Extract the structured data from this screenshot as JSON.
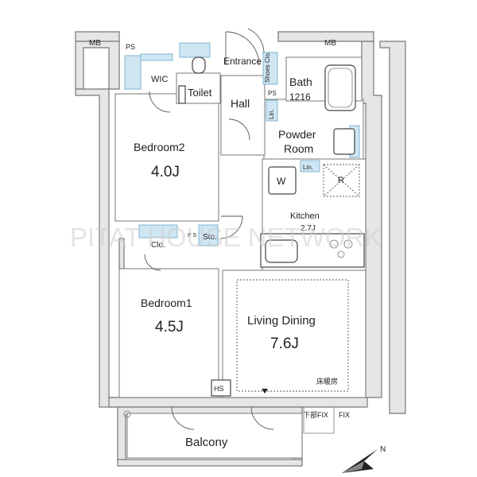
{
  "rooms": {
    "mb_left": "MB",
    "mb_right": "MB",
    "ps_top": "PS",
    "wic": "WIC",
    "toilet": "Toilet",
    "entrance": "Entrance",
    "shoes_closet": "Shoes Clo.",
    "hall": "Hall",
    "ps_hall": "PS",
    "linen_hall": "Lin.",
    "bath": "Bath",
    "bath_size": "1216",
    "powder_room_line1": "Powder",
    "powder_room_line2": "Room",
    "linen_powder": "Lin.",
    "washer": "W",
    "fridge": "R",
    "bedroom2": "Bedroom2",
    "bedroom2_size": "4.0J",
    "kitchen": "Kitchen",
    "kitchen_size": "2.7J",
    "closet": "Clo.",
    "ps_mid": "P S",
    "storage": "Sto.",
    "bedroom1": "Bedroom1",
    "bedroom1_size": "4.5J",
    "living_dining": "Living Dining",
    "living_dining_size": "7.6J",
    "floor_heating": "床暖房",
    "hs": "HS",
    "balcony": "Balcony",
    "lower_fix": "下部FIX",
    "fix": "FIX"
  },
  "watermark": "PITAT HOUSE NETWORK",
  "compass_label": "N"
}
